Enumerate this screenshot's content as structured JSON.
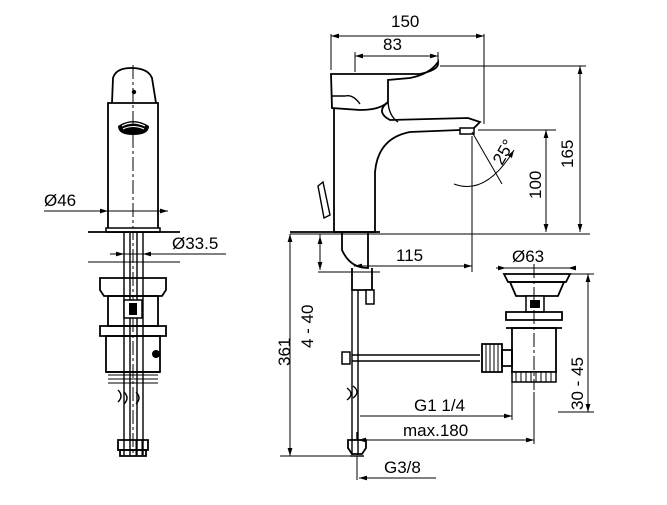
{
  "dimensions": {
    "body_diameter": "Ø46",
    "shank_diameter": "Ø33.5",
    "overall_width": "150",
    "handle_length": "83",
    "overall_height": "165",
    "spout_height": "100",
    "spout_angle": "25°",
    "spout_reach": "115",
    "waste_diameter": "Ø63",
    "worktop_thickness": "4 - 40",
    "total_length": "361",
    "waste_thread": "G1 1/4",
    "waste_max_length": "max.180",
    "waste_adjust": "30 - 45",
    "connection_thread": "G3/8"
  },
  "colors": {
    "line": "#000000",
    "background": "#ffffff"
  }
}
